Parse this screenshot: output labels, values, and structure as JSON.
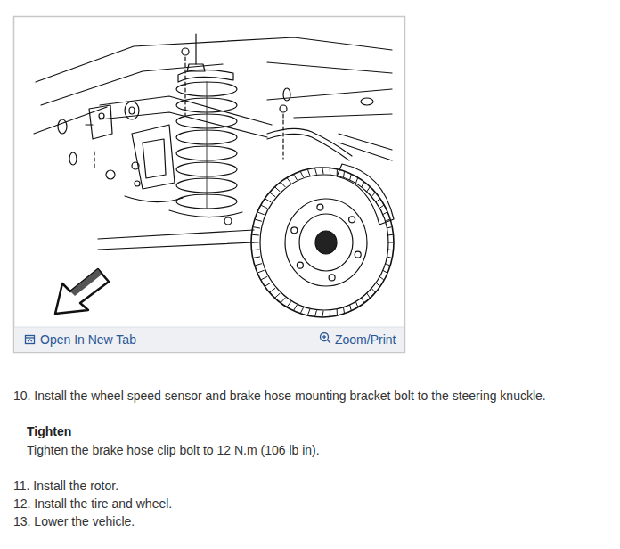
{
  "diagram": {
    "labels": [
      "Open In New Tab",
      "Zoom/Print",
      "10. Install the wheel speed sensor and brake hose mounting bracket bolt to the steering knuckle.",
      "Tighten",
      "Tighten the brake hose clip bolt to 12 N.m (106 lb in).",
      "11. Install the rotor.",
      "12. Install the tire and wheel.",
      "13. Lower the vehicle."
    ]
  }
}
